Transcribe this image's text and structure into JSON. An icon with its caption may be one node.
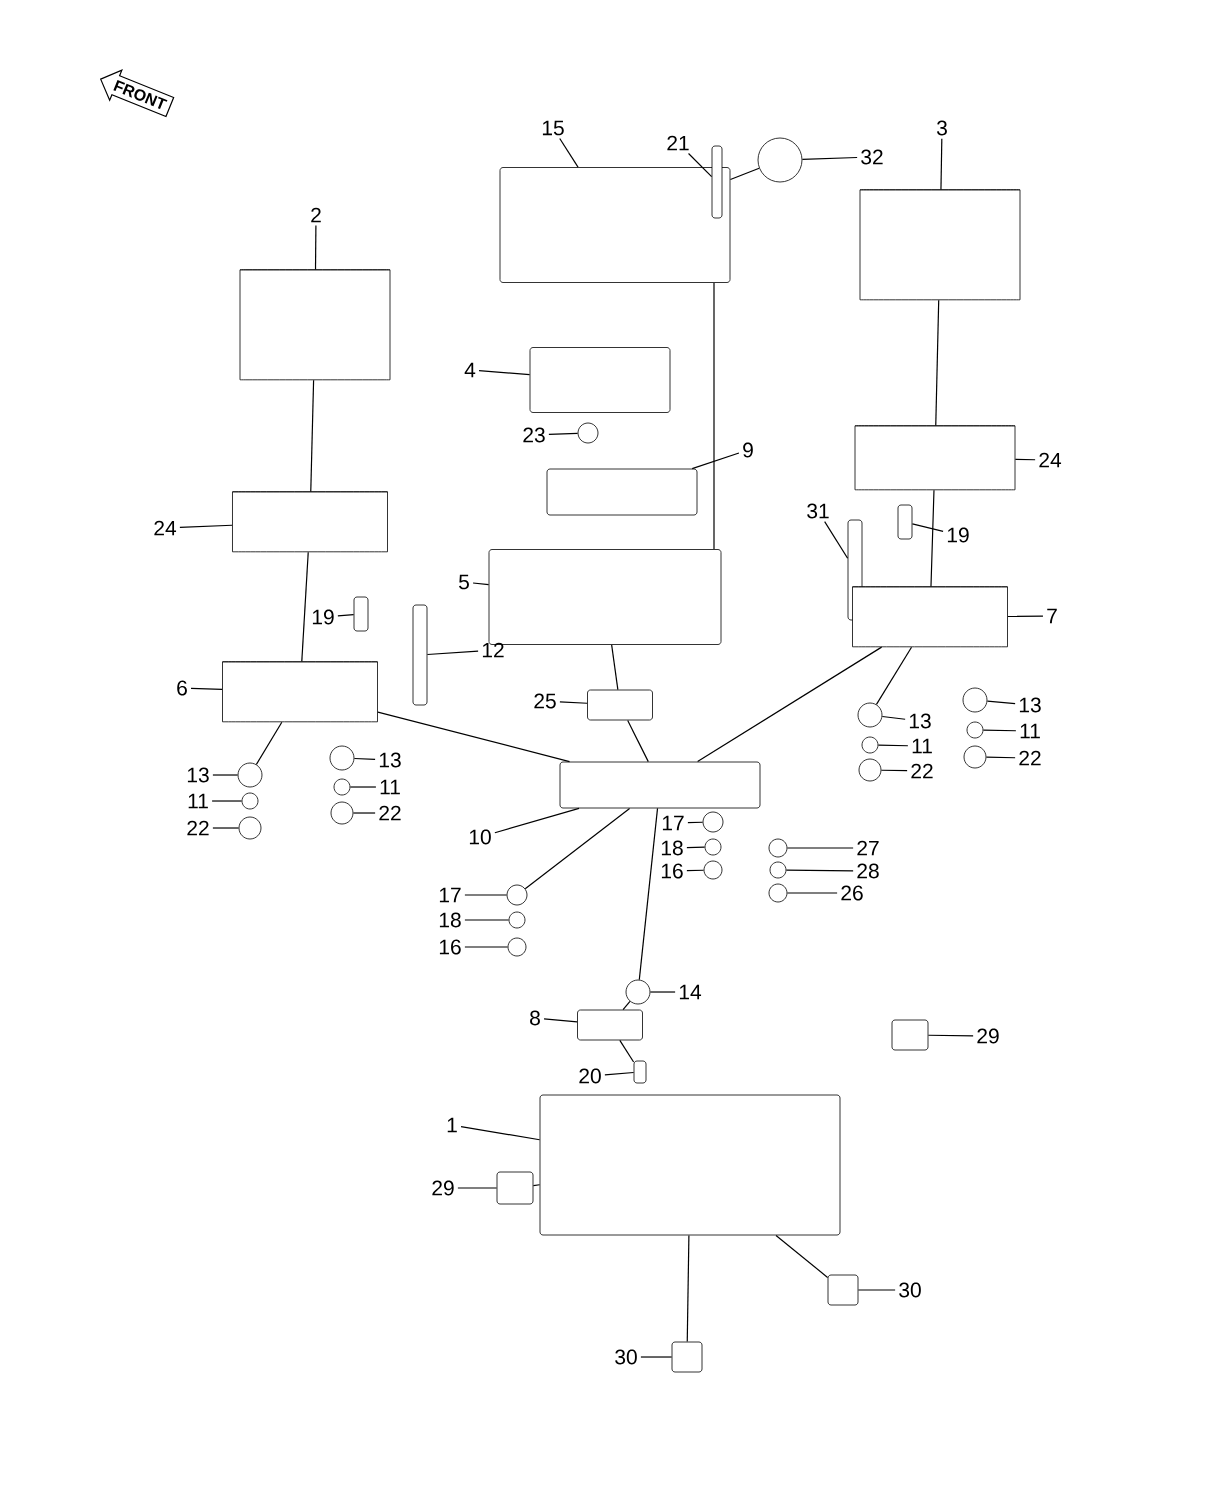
{
  "diagram": {
    "nodes": [
      {
        "text": [
          "FRONT"
        ]
      },
      {
        "text": [
          "15"
        ]
      },
      {
        "text": [],
        "shape": "box"
      },
      {
        "text": [
          "21"
        ]
      },
      {
        "text": [],
        "shape": "box"
      },
      {
        "text": [
          "32"
        ]
      },
      {
        "text": [],
        "shape": "circle"
      },
      {
        "text": [
          "3"
        ]
      },
      {
        "text": [],
        "shape": "cylinder"
      },
      {
        "text": [
          "2"
        ]
      },
      {
        "text": [],
        "shape": "cylinder"
      },
      {
        "text": [
          "4"
        ]
      },
      {
        "text": [],
        "shape": "box"
      },
      {
        "text": [
          "23"
        ]
      },
      {
        "text": [],
        "shape": "circle"
      },
      {
        "text": [
          "9"
        ]
      },
      {
        "text": [],
        "shape": "box"
      },
      {
        "text": [
          "24"
        ]
      },
      {
        "text": [],
        "shape": "cylinder"
      },
      {
        "text": [
          "24"
        ]
      },
      {
        "text": [],
        "shape": "cylinder"
      },
      {
        "text": [
          "31"
        ]
      },
      {
        "text": [],
        "shape": "box"
      },
      {
        "text": [
          "19"
        ]
      },
      {
        "text": [],
        "shape": "box"
      },
      {
        "text": [
          "5"
        ]
      },
      {
        "text": [],
        "shape": "box"
      },
      {
        "text": [
          "7"
        ]
      },
      {
        "text": [],
        "shape": "cylinder"
      },
      {
        "text": [
          "19"
        ]
      },
      {
        "text": [],
        "shape": "box"
      },
      {
        "text": [
          "12"
        ]
      },
      {
        "text": [],
        "shape": "box"
      },
      {
        "text": [
          "6"
        ]
      },
      {
        "text": [],
        "shape": "cylinder"
      },
      {
        "text": [
          "25"
        ]
      },
      {
        "text": [],
        "shape": "box"
      },
      {
        "text": [
          "13"
        ]
      },
      {
        "text": [],
        "shape": "circle"
      },
      {
        "text": [
          "11"
        ]
      },
      {
        "text": [],
        "shape": "circle"
      },
      {
        "text": [
          "22"
        ]
      },
      {
        "text": [],
        "shape": "circle"
      },
      {
        "text": [
          "13"
        ]
      },
      {
        "text": [],
        "shape": "circle"
      },
      {
        "text": [
          "11"
        ]
      },
      {
        "text": [],
        "shape": "circle"
      },
      {
        "text": [
          "22"
        ]
      },
      {
        "text": [],
        "shape": "circle"
      },
      {
        "text": [
          "13"
        ]
      },
      {
        "text": [],
        "shape": "circle"
      },
      {
        "text": [
          "11"
        ]
      },
      {
        "text": [],
        "shape": "circle"
      },
      {
        "text": [
          "22"
        ]
      },
      {
        "text": [],
        "shape": "circle"
      },
      {
        "text": [
          "13"
        ]
      },
      {
        "text": [],
        "shape": "circle"
      },
      {
        "text": [
          "11"
        ]
      },
      {
        "text": [],
        "shape": "circle"
      },
      {
        "text": [
          "22"
        ]
      },
      {
        "text": [],
        "shape": "circle"
      },
      {
        "text": [
          "10"
        ]
      },
      {
        "text": [],
        "shape": "box"
      },
      {
        "text": [
          "17"
        ]
      },
      {
        "text": [],
        "shape": "circle"
      },
      {
        "text": [
          "18"
        ]
      },
      {
        "text": [],
        "shape": "circle"
      },
      {
        "text": [
          "16"
        ]
      },
      {
        "text": [],
        "shape": "circle"
      },
      {
        "text": [
          "27"
        ]
      },
      {
        "text": [],
        "shape": "circle"
      },
      {
        "text": [
          "28"
        ]
      },
      {
        "text": [],
        "shape": "circle"
      },
      {
        "text": [
          "26"
        ]
      },
      {
        "text": [],
        "shape": "circle"
      },
      {
        "text": [
          "17"
        ]
      },
      {
        "text": [],
        "shape": "circle"
      },
      {
        "text": [
          "18"
        ]
      },
      {
        "text": [],
        "shape": "circle"
      },
      {
        "text": [
          "16"
        ]
      },
      {
        "text": [],
        "shape": "circle"
      },
      {
        "text": [
          "14"
        ]
      },
      {
        "text": [],
        "shape": "circle"
      },
      {
        "text": [
          "8"
        ]
      },
      {
        "text": [],
        "shape": "box"
      },
      {
        "text": [
          "20"
        ]
      },
      {
        "text": [],
        "shape": "box"
      },
      {
        "text": [
          "29"
        ]
      },
      {
        "text": [],
        "shape": "box"
      },
      {
        "text": [
          "1"
        ]
      },
      {
        "text": [],
        "shape": "box"
      },
      {
        "text": [
          "29"
        ]
      },
      {
        "text": [],
        "shape": "box"
      },
      {
        "text": [
          "30"
        ]
      },
      {
        "text": [],
        "shape": "box"
      },
      {
        "text": [
          "30"
        ]
      },
      {
        "text": [],
        "shape": "box"
      }
    ],
    "edges": [
      {
        "from": 1,
        "to": 2,
        "arrow": "none"
      },
      {
        "from": 3,
        "to": 4,
        "arrow": "none"
      },
      {
        "from": 5,
        "to": 6,
        "arrow": "none"
      },
      {
        "from": 7,
        "to": 8,
        "arrow": "none"
      },
      {
        "from": 9,
        "to": 10,
        "arrow": "none"
      },
      {
        "from": 11,
        "to": 12,
        "arrow": "none"
      },
      {
        "from": 13,
        "to": 14,
        "arrow": "none"
      },
      {
        "from": 15,
        "to": 16,
        "arrow": "none"
      },
      {
        "from": 17,
        "to": 18,
        "arrow": "none"
      },
      {
        "from": 19,
        "to": 20,
        "arrow": "none"
      },
      {
        "from": 21,
        "to": 22,
        "arrow": "none"
      },
      {
        "from": 23,
        "to": 24,
        "arrow": "none"
      },
      {
        "from": 25,
        "to": 26,
        "arrow": "none"
      },
      {
        "from": 27,
        "to": 28,
        "arrow": "none"
      },
      {
        "from": 29,
        "to": 30,
        "arrow": "none"
      },
      {
        "from": 31,
        "to": 32,
        "arrow": "none"
      },
      {
        "from": 33,
        "to": 34,
        "arrow": "none"
      },
      {
        "from": 35,
        "to": 36,
        "arrow": "none"
      },
      {
        "from": 37,
        "to": 38,
        "arrow": "none"
      },
      {
        "from": 39,
        "to": 40,
        "arrow": "none"
      },
      {
        "from": 41,
        "to": 42,
        "arrow": "none"
      },
      {
        "from": 43,
        "to": 44,
        "arrow": "none"
      },
      {
        "from": 45,
        "to": 46,
        "arrow": "none"
      },
      {
        "from": 47,
        "to": 48,
        "arrow": "none"
      },
      {
        "from": 49,
        "to": 50,
        "arrow": "none"
      },
      {
        "from": 51,
        "to": 52,
        "arrow": "none"
      },
      {
        "from": 53,
        "to": 54,
        "arrow": "none"
      },
      {
        "from": 55,
        "to": 56,
        "arrow": "none"
      },
      {
        "from": 57,
        "to": 58,
        "arrow": "none"
      },
      {
        "from": 59,
        "to": 60,
        "arrow": "none"
      },
      {
        "from": 61,
        "to": 62,
        "arrow": "none"
      },
      {
        "from": 63,
        "to": 64,
        "arrow": "none"
      },
      {
        "from": 65,
        "to": 66,
        "arrow": "none"
      },
      {
        "from": 67,
        "to": 68,
        "arrow": "none"
      },
      {
        "from": 69,
        "to": 70,
        "arrow": "none"
      },
      {
        "from": 71,
        "to": 72,
        "arrow": "none"
      },
      {
        "from": 73,
        "to": 74,
        "arrow": "none"
      },
      {
        "from": 75,
        "to": 76,
        "arrow": "none"
      },
      {
        "from": 77,
        "to": 78,
        "arrow": "none"
      },
      {
        "from": 79,
        "to": 80,
        "arrow": "none"
      },
      {
        "from": 81,
        "to": 82,
        "arrow": "none"
      },
      {
        "from": 83,
        "to": 84,
        "arrow": "none"
      },
      {
        "from": 85,
        "to": 86,
        "arrow": "none"
      },
      {
        "from": 87,
        "to": 88,
        "arrow": "none"
      },
      {
        "from": 89,
        "to": 90,
        "arrow": "none"
      },
      {
        "from": 91,
        "to": 92,
        "arrow": "none"
      },
      {
        "from": 93,
        "to": 94,
        "arrow": "none"
      },
      {
        "from": 95,
        "to": 96,
        "arrow": "none"
      },
      {
        "from": 6,
        "to": 2,
        "arrow": "none"
      },
      {
        "from": 2,
        "to": 26,
        "arrow": "none"
      },
      {
        "from": 10,
        "to": 18,
        "arrow": "none"
      },
      {
        "from": 18,
        "to": 34,
        "arrow": "none"
      },
      {
        "from": 34,
        "to": 50,
        "arrow": "none"
      },
      {
        "from": 34,
        "to": 62,
        "arrow": "none"
      },
      {
        "from": 8,
        "to": 20,
        "arrow": "none"
      },
      {
        "from": 20,
        "to": 28,
        "arrow": "none"
      },
      {
        "from": 28,
        "to": 38,
        "arrow": "none"
      },
      {
        "from": 28,
        "to": 62,
        "arrow": "none"
      },
      {
        "from": 26,
        "to": 36,
        "arrow": "none"
      },
      {
        "from": 36,
        "to": 62,
        "arrow": "none"
      },
      {
        "from": 62,
        "to": 76,
        "arrow": "none"
      },
      {
        "from": 62,
        "to": 82,
        "arrow": "none"
      },
      {
        "from": 82,
        "to": 84,
        "arrow": "none"
      },
      {
        "from": 84,
        "to": 86,
        "arrow": "none"
      },
      {
        "from": 92,
        "to": 90,
        "arrow": "none"
      },
      {
        "from": 90,
        "to": 94,
        "arrow": "none"
      },
      {
        "from": 90,
        "to": 96,
        "arrow": "none"
      }
    ]
  }
}
